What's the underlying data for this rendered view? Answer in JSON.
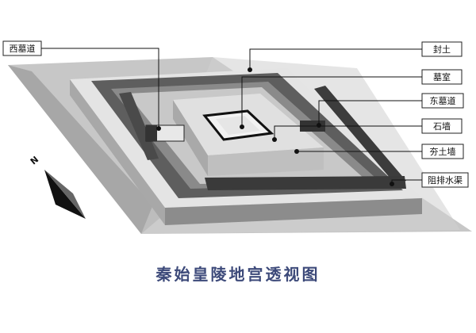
{
  "labels": {
    "west_passage": "西墓道",
    "mound": "封土",
    "tomb_chamber": "墓室",
    "east_passage": "东墓道",
    "stone_wall": "石墙",
    "rammed_earth_wall": "夯土墙",
    "drainage_channel": "阻排水渠"
  },
  "compass": {
    "letter": "N"
  },
  "caption": "秦始皇陵地宫透视图",
  "colors": {
    "outer_plane": "#b9b9b9",
    "outer_platform": "#e0e0e0",
    "dark_channel": "#5a5a5a",
    "inner_platform": "#d8d8d8",
    "chamber": "#ededed",
    "caption": "#3d4a7a"
  }
}
